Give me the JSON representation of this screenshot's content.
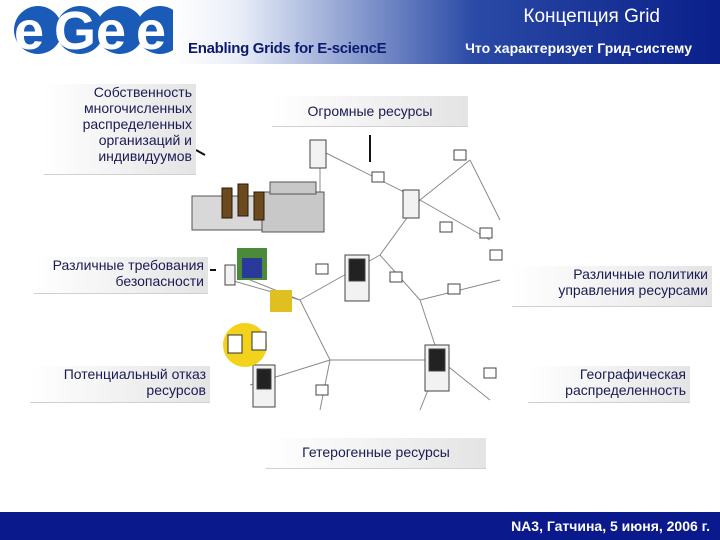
{
  "header": {
    "logo_letters": [
      "e",
      "G",
      "e",
      "e"
    ],
    "tagline": "Enabling Grids for E-sciencE",
    "title": "Концепция Grid",
    "subtitle": "Что характеризует Грид-систему"
  },
  "labels": {
    "ownership": "Собственность многочисленных распределенных организаций и индивидуумов",
    "huge_resources": "Огромные ресурсы",
    "security": "Различные требования безопасности",
    "policies": "Различные политики управления ресурсами",
    "failure": "Потенциальный отказ ресурсов",
    "geo": "Географическая распределенность",
    "heterogeneous": "Гетерогенные ресурсы"
  },
  "footer": {
    "text": "NA3, Гатчина, 5 июня, 2006 г."
  },
  "colors": {
    "logo_circle": "#1a5bb8",
    "header_dark": "#0a1f8a",
    "footer_bg": "#0a1a8c"
  }
}
